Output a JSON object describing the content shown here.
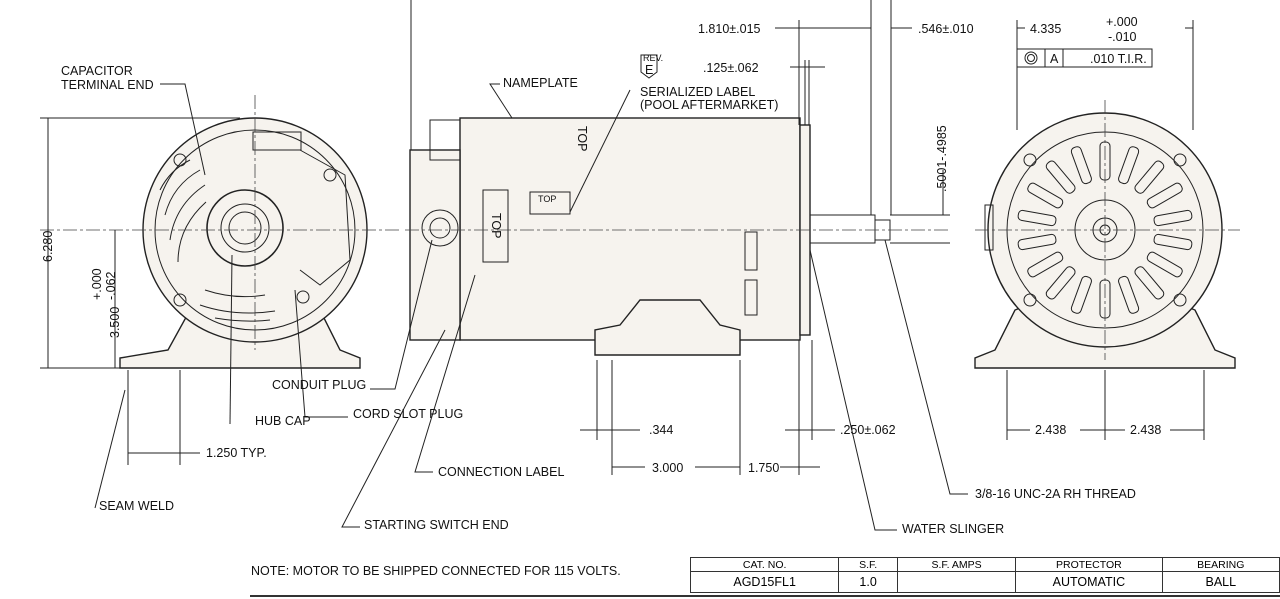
{
  "labels": {
    "capacitor_1": "CAPACITOR",
    "capacitor_2": "TERMINAL END",
    "nameplate": "NAMEPLATE",
    "rev_1": "REV.",
    "rev_2": "E",
    "serialized_1": "SERIALIZED LABEL",
    "serialized_2": "(POOL AFTERMARKET)",
    "top_1": "TOP",
    "top_2": "TOP",
    "top_3": "TOP",
    "conduit_plug": "CONDUIT PLUG",
    "hub_cap": "HUB CAP",
    "cord_slot_plug": "CORD SLOT PLUG",
    "connection_label": "CONNECTION LABEL",
    "seam_weld": "SEAM WELD",
    "starting_switch_end": "STARTING SWITCH END",
    "water_slinger": "WATER SLINGER",
    "thread": "3/8-16 UNC-2A RH THREAD"
  },
  "dimensions": {
    "d_1810": "1.810±.015",
    "d_546": ".546±.010",
    "d_125": ".125±.062",
    "d_4335": "4.335",
    "d_4335_plus": "+.000",
    "d_4335_minus": "-.010",
    "fcf_datum": "A",
    "fcf_value": ".010 T.I.R.",
    "d_shaft": ".5001-.4985",
    "d_6280": "6.280",
    "d_3500": "3.500",
    "d_3500_plus": "+.000",
    "d_3500_minus": "-.062",
    "d_1250": "1.250 TYP.",
    "d_344": ".344",
    "d_3000": "3.000",
    "d_1750": "1.750",
    "d_250": ".250±.062",
    "d_2438_a": "2.438",
    "d_2438_b": "2.438"
  },
  "note": "NOTE: MOTOR TO BE SHIPPED CONNECTED FOR 115 VOLTS.",
  "spec_table": {
    "headers": [
      "CAT. NO.",
      "S.F.",
      "S.F. AMPS",
      "PROTECTOR",
      "BEARING"
    ],
    "values": [
      "AGD15FL1",
      "1.0",
      "",
      "AUTOMATIC",
      "BALL"
    ]
  }
}
